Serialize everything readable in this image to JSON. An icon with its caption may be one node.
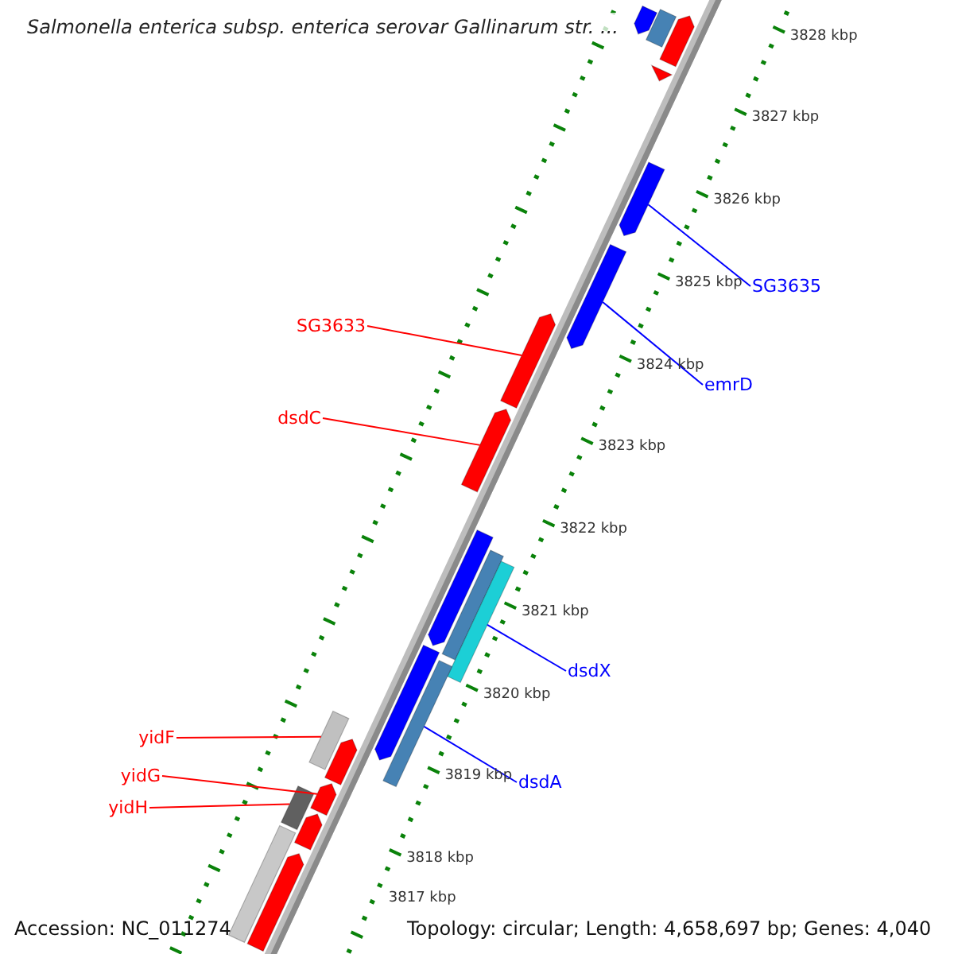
{
  "diagram": {
    "title": "Salmonella enterica subsp. enterica serovar Gallinarum str. ...",
    "nodes": [
      {
        "text": [],
        "shape": "bar"
      },
      {
        "text": [],
        "shape": "bar"
      },
      {
        "text": [],
        "shape": "bar"
      },
      {
        "text": [],
        "shape": "triangle"
      },
      {
        "text": [],
        "shape": "bar"
      },
      {
        "text": [
          "SG3635"
        ]
      },
      {
        "text": [],
        "shape": "bar"
      },
      {
        "text": [
          "SG3633"
        ]
      },
      {
        "text": [],
        "shape": "bar"
      },
      {
        "text": [
          "emrD"
        ]
      },
      {
        "text": [
          "dsdC"
        ]
      },
      {
        "text": [],
        "shape": "bar"
      },
      {
        "text": [],
        "shape": "bar"
      },
      {
        "text": [],
        "shape": "bar"
      },
      {
        "text": [],
        "shape": "bar"
      },
      {
        "text": [
          "dsdX"
        ]
      },
      {
        "text": [],
        "shape": "bar"
      },
      {
        "text": [],
        "shape": "bar"
      },
      {
        "text": [
          "yidF"
        ]
      },
      {
        "text": [],
        "shape": "bar"
      },
      {
        "text": [],
        "shape": "bar"
      },
      {
        "text": [
          "yidG"
        ]
      },
      {
        "text": [
          "dsdA"
        ]
      },
      {
        "text": [
          "yidH"
        ]
      },
      {
        "text": [],
        "shape": "bar"
      },
      {
        "text": [],
        "shape": "bar"
      },
      {
        "text": [],
        "shape": "bar"
      },
      {
        "text": [],
        "shape": "bar"
      },
      {
        "text": [],
        "shape": "bar"
      }
    ],
    "edges": [
      {
        "from": 5,
        "to": 4,
        "arrow": "none",
        "color": "#0000ff"
      },
      {
        "from": 7,
        "to": 8,
        "arrow": "none"
      },
      {
        "from": 9,
        "to": 6,
        "arrow": "none",
        "color": "#0000ff"
      },
      {
        "from": 10,
        "to": 11,
        "arrow": "none"
      },
      {
        "from": 15,
        "to": 14,
        "arrow": "none",
        "color": "#0000ff"
      },
      {
        "from": 18,
        "to": 19,
        "arrow": "none"
      },
      {
        "from": 21,
        "to": 24,
        "arrow": "none"
      },
      {
        "from": 22,
        "to": 17,
        "arrow": "none",
        "color": "#0000ff"
      },
      {
        "from": 23,
        "to": 25,
        "arrow": "none"
      }
    ],
    "labels": [
      "3828 kbp",
      "3827 kbp",
      "3826 kbp",
      "3825 kbp",
      "3824 kbp",
      "3823 kbp",
      "3822 kbp",
      "3821 kbp",
      "3820 kbp",
      "3819 kbp",
      "3818 kbp",
      "3817 kbp",
      "Accession: NC_011274",
      "Topology: circular; Length: 4,658,697 bp; Genes: 4,040"
    ]
  }
}
